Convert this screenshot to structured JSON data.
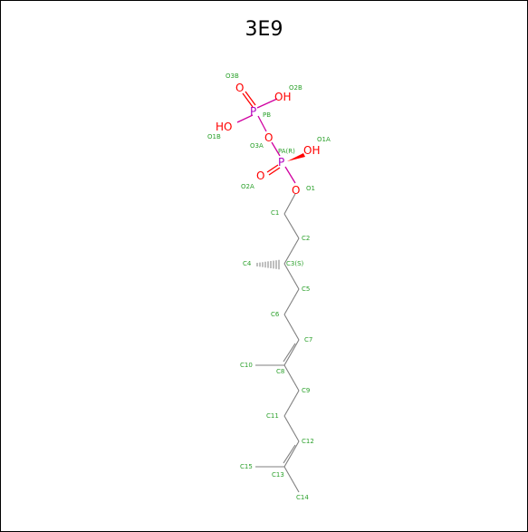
{
  "title": "3E9",
  "colors": {
    "bond": "#7f7f7f",
    "oxygen": "#ff0000",
    "phosphorus": "#b000c0",
    "label": "#2aa02a"
  },
  "elements": {
    "o_top": "O",
    "oh_right": "OH",
    "p_b": "P",
    "ho_left": "HO",
    "o_bridge": "O",
    "p_a": "P",
    "oh_a": "OH",
    "o_a": "O",
    "o_1": "O"
  },
  "atom_labels": {
    "o3b": "O3B",
    "o2b": "O2B",
    "pb": "PB",
    "o1b": "O1B",
    "o3a": "O3A",
    "pa": "PA(R)",
    "o1a": "O1A",
    "o2a": "O2A",
    "o1": "O1",
    "c1": "C1",
    "c2": "C2",
    "c3": "C3(S)",
    "c4": "C4",
    "c5": "C5",
    "c6": "C6",
    "c7": "C7",
    "c8": "C8",
    "c10": "C10",
    "c9": "C9",
    "c11": "C11",
    "c12": "C12",
    "c15": "C15",
    "c13": "C13",
    "c14": "C14"
  }
}
